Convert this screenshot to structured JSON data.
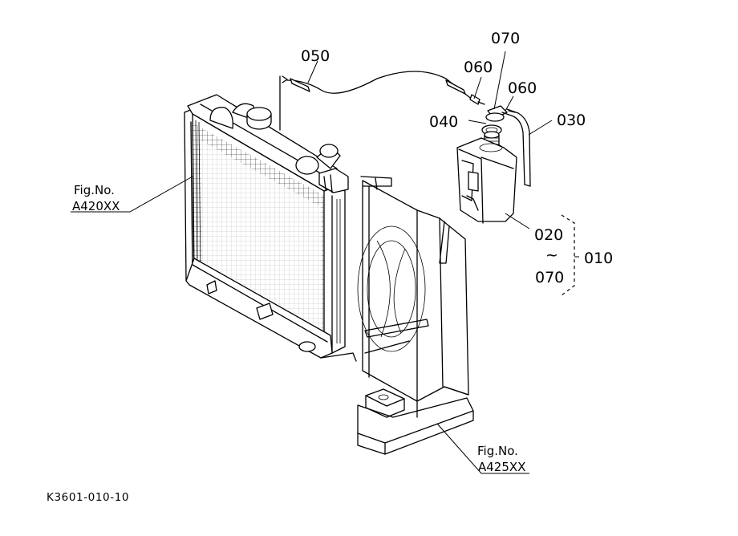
{
  "drawing_code": "K3601-010-10",
  "callouts": {
    "c050": "050",
    "c060a": "060",
    "c070a": "070",
    "c060b": "060",
    "c040": "040",
    "c030": "030",
    "c020": "020",
    "c010": "010",
    "c070b": "070",
    "tilde": "~"
  },
  "fig_refs": {
    "radiator": {
      "line1": "Fig.No.",
      "line2": "A420XX"
    },
    "bracket": {
      "line1": "Fig.No.",
      "line2": "A425XX"
    }
  }
}
